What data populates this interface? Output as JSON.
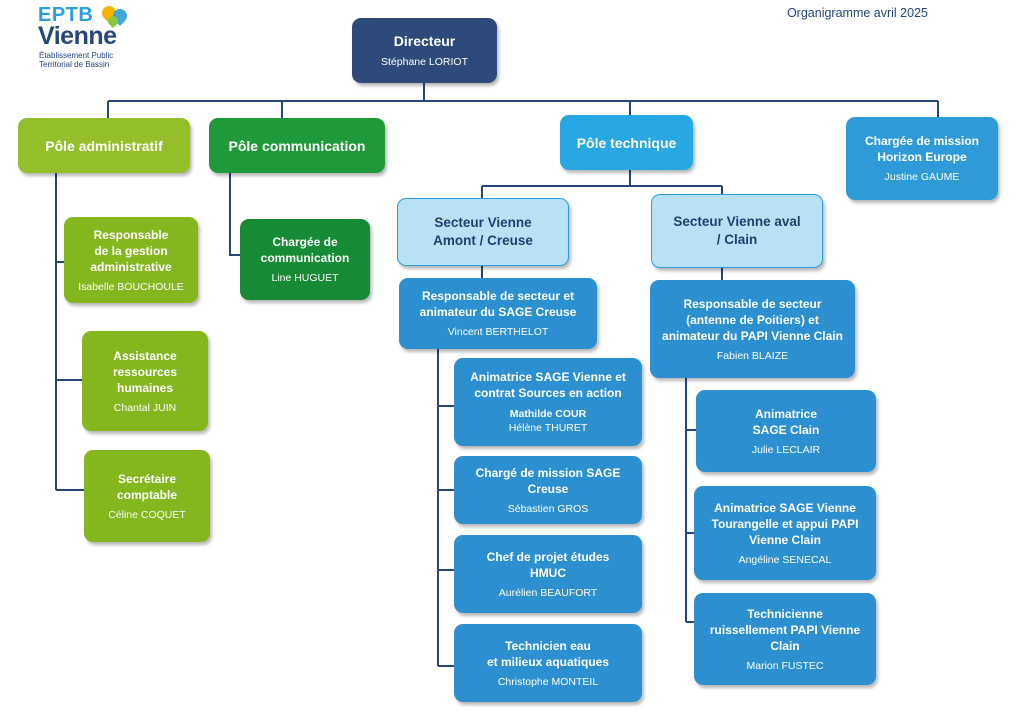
{
  "header": {
    "title": "Organigramme avril 2025",
    "logo": {
      "line1": "EPTB",
      "line2": "Vienne",
      "line3": "Établissement Public\nTerritorial de Bassin"
    }
  },
  "colors": {
    "director": "#2d4a7a",
    "admin": "#93bf2a",
    "communication": "#1f9a3a",
    "technique": "#27a8e2",
    "secteur": "#b9e1f6"
  },
  "nodes": {
    "directeur": {
      "title": "Directeur",
      "name": "Stéphane LORIOT"
    },
    "pole_admin": {
      "title": "Pôle administratif"
    },
    "pole_com": {
      "title": "Pôle communication"
    },
    "pole_tech": {
      "title": "Pôle technique"
    },
    "horizon": {
      "title": "Chargée de mission\nHorizon Europe",
      "name": "Justine GAUME"
    },
    "resp_admin": {
      "title": "Responsable\nde la gestion\nadministrative",
      "name": "Isabelle BOUCHOULE"
    },
    "rh": {
      "title": "Assistance\nressources\nhumaines",
      "name": "Chantal JUIN"
    },
    "secretaire": {
      "title": "Secrétaire\ncomptable",
      "name": "Céline COQUET"
    },
    "charg_com": {
      "title": "Chargée de\ncommunication",
      "name": "Line HUGUET"
    },
    "sect_amont": {
      "title": "Secteur Vienne\nAmont / Creuse"
    },
    "sect_aval": {
      "title": "Secteur Vienne aval\n/ Clain"
    },
    "resp_amont": {
      "title": "Responsable de secteur et\nanimateur du SAGE Creuse",
      "name": "Vincent BERTHELOT"
    },
    "anim_vienne": {
      "title": "Animatrice SAGE Vienne et\ncontrat Sources en action",
      "name1": "Mathilde COUR",
      "name2": "Hélène THURET"
    },
    "charg_creuse": {
      "title": "Chargé de mission SAGE\nCreuse",
      "name": "Sébastien GROS"
    },
    "chef_hmuc": {
      "title": "Chef de projet études\nHMUC",
      "name": "Aurélien BEAUFORT"
    },
    "tech_eau": {
      "title": "Technicien eau\net milieux aquatiques",
      "name": "Christophe MONTEIL"
    },
    "resp_aval": {
      "title": "Responsable de secteur\n(antenne de Poitiers) et\nanimateur du PAPI Vienne Clain",
      "name": "Fabien BLAIZE"
    },
    "anim_clain": {
      "title": "Animatrice\nSAGE Clain",
      "name": "Julie LECLAIR"
    },
    "anim_tour": {
      "title": "Animatrice SAGE Vienne\nTourangelle et appui PAPI\nVienne Clain",
      "name": "Angéline SENECAL"
    },
    "tech_ruiss": {
      "title": "Technicienne\nruissellement PAPI Vienne\nClain",
      "name": "Marion FUSTEC"
    }
  }
}
